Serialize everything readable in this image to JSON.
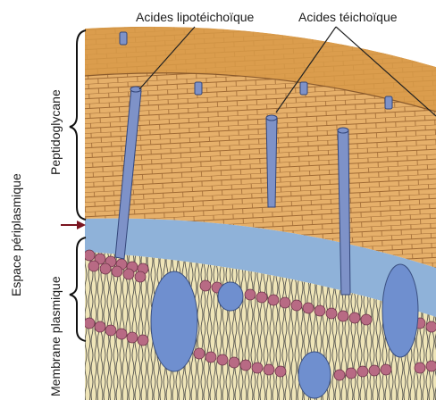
{
  "labels": {
    "lipoteichoic": "Acides lipotéichoïque",
    "teichoic": "Acides téichoïque",
    "peptidoglycan": "Peptidoglycane",
    "periplasmic_space": "Espace périplasmique",
    "plasma_membrane": "Membrane plasmique"
  },
  "colors": {
    "peptidoglycan_fill": "#e9b56b",
    "peptidoglycan_top": "#d69a46",
    "brick_lines": "#8a5a2c",
    "periplasm": "#8fb2d9",
    "lipid_head": "#b86a84",
    "lipid_tail": "#d8c97a",
    "protein": "#6f8fcf",
    "acid_rod": "#7e92c8"
  }
}
